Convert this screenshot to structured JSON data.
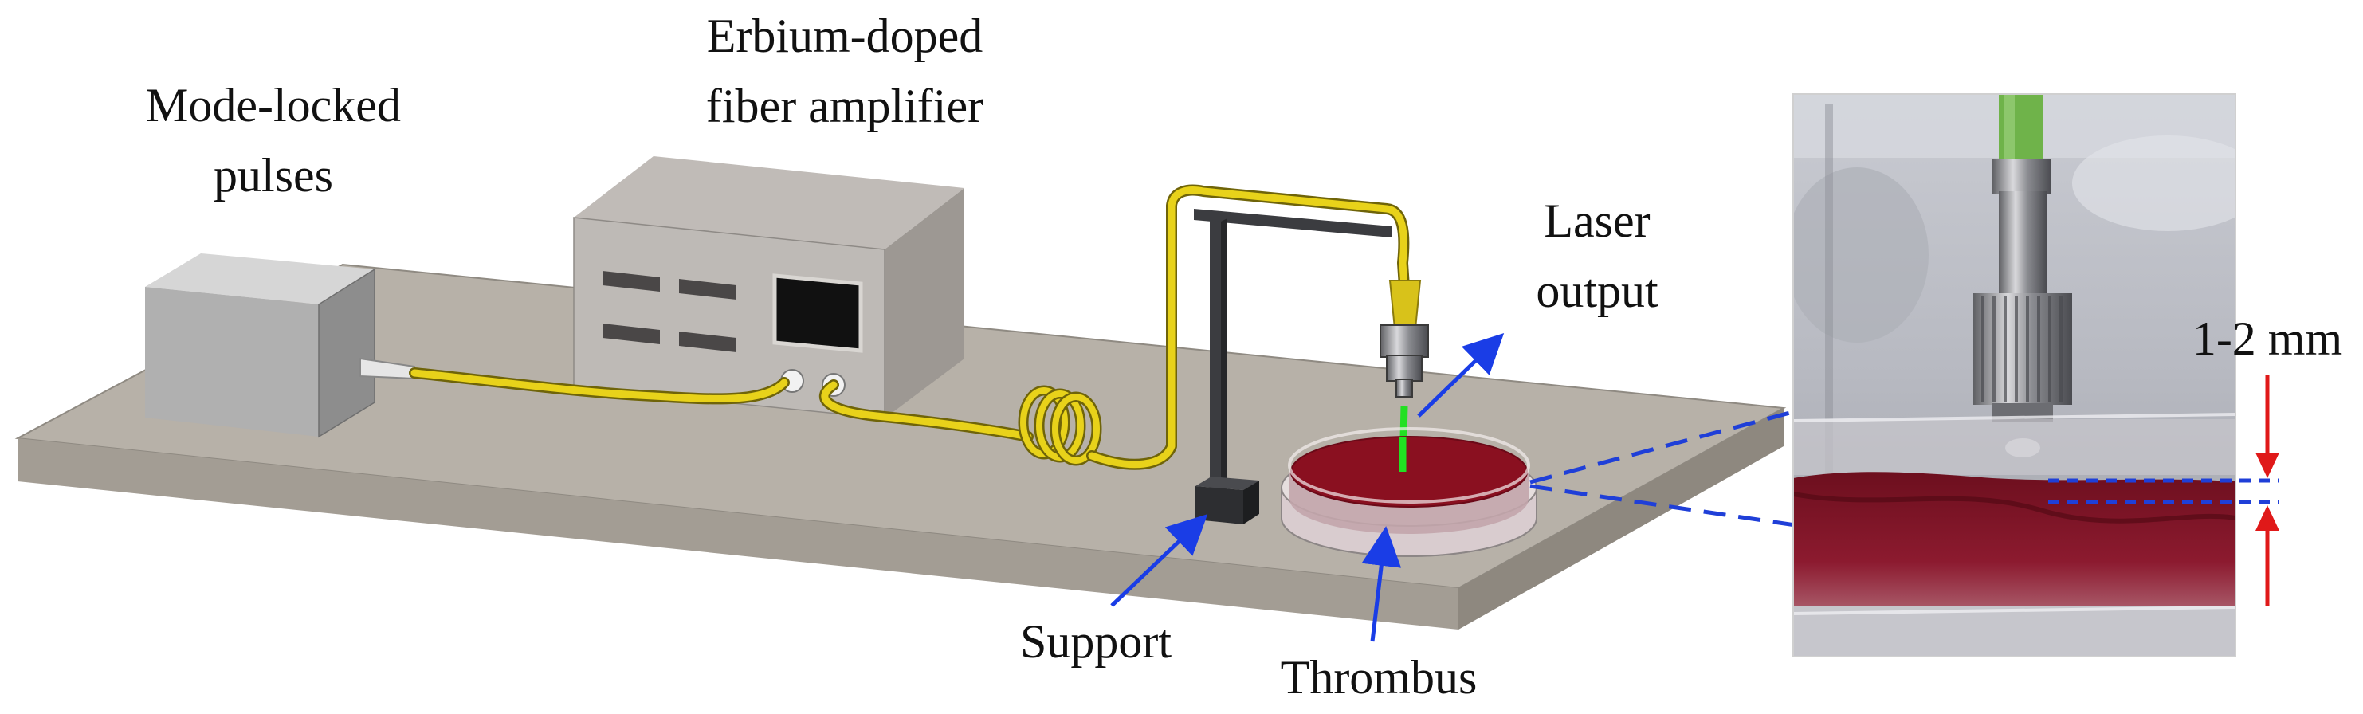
{
  "labels": {
    "mode_locked_line1": "Mode-locked",
    "mode_locked_line2": "pulses",
    "edfa_line1": "Erbium-doped",
    "edfa_line2": "fiber amplifier",
    "laser_line1": "Laser",
    "laser_line2": "output",
    "support": "Support",
    "thrombus": "Thrombus",
    "gap": "1-2 mm"
  },
  "colors": {
    "fiber": "#e8d21a",
    "arrow_blue": "#1a3de6",
    "dash_blue": "#1f3fd8",
    "red_marker": "#e01919",
    "thrombus": "#8a1020",
    "laser_beam": "#22e022",
    "table_top": "#b7b1a8"
  }
}
